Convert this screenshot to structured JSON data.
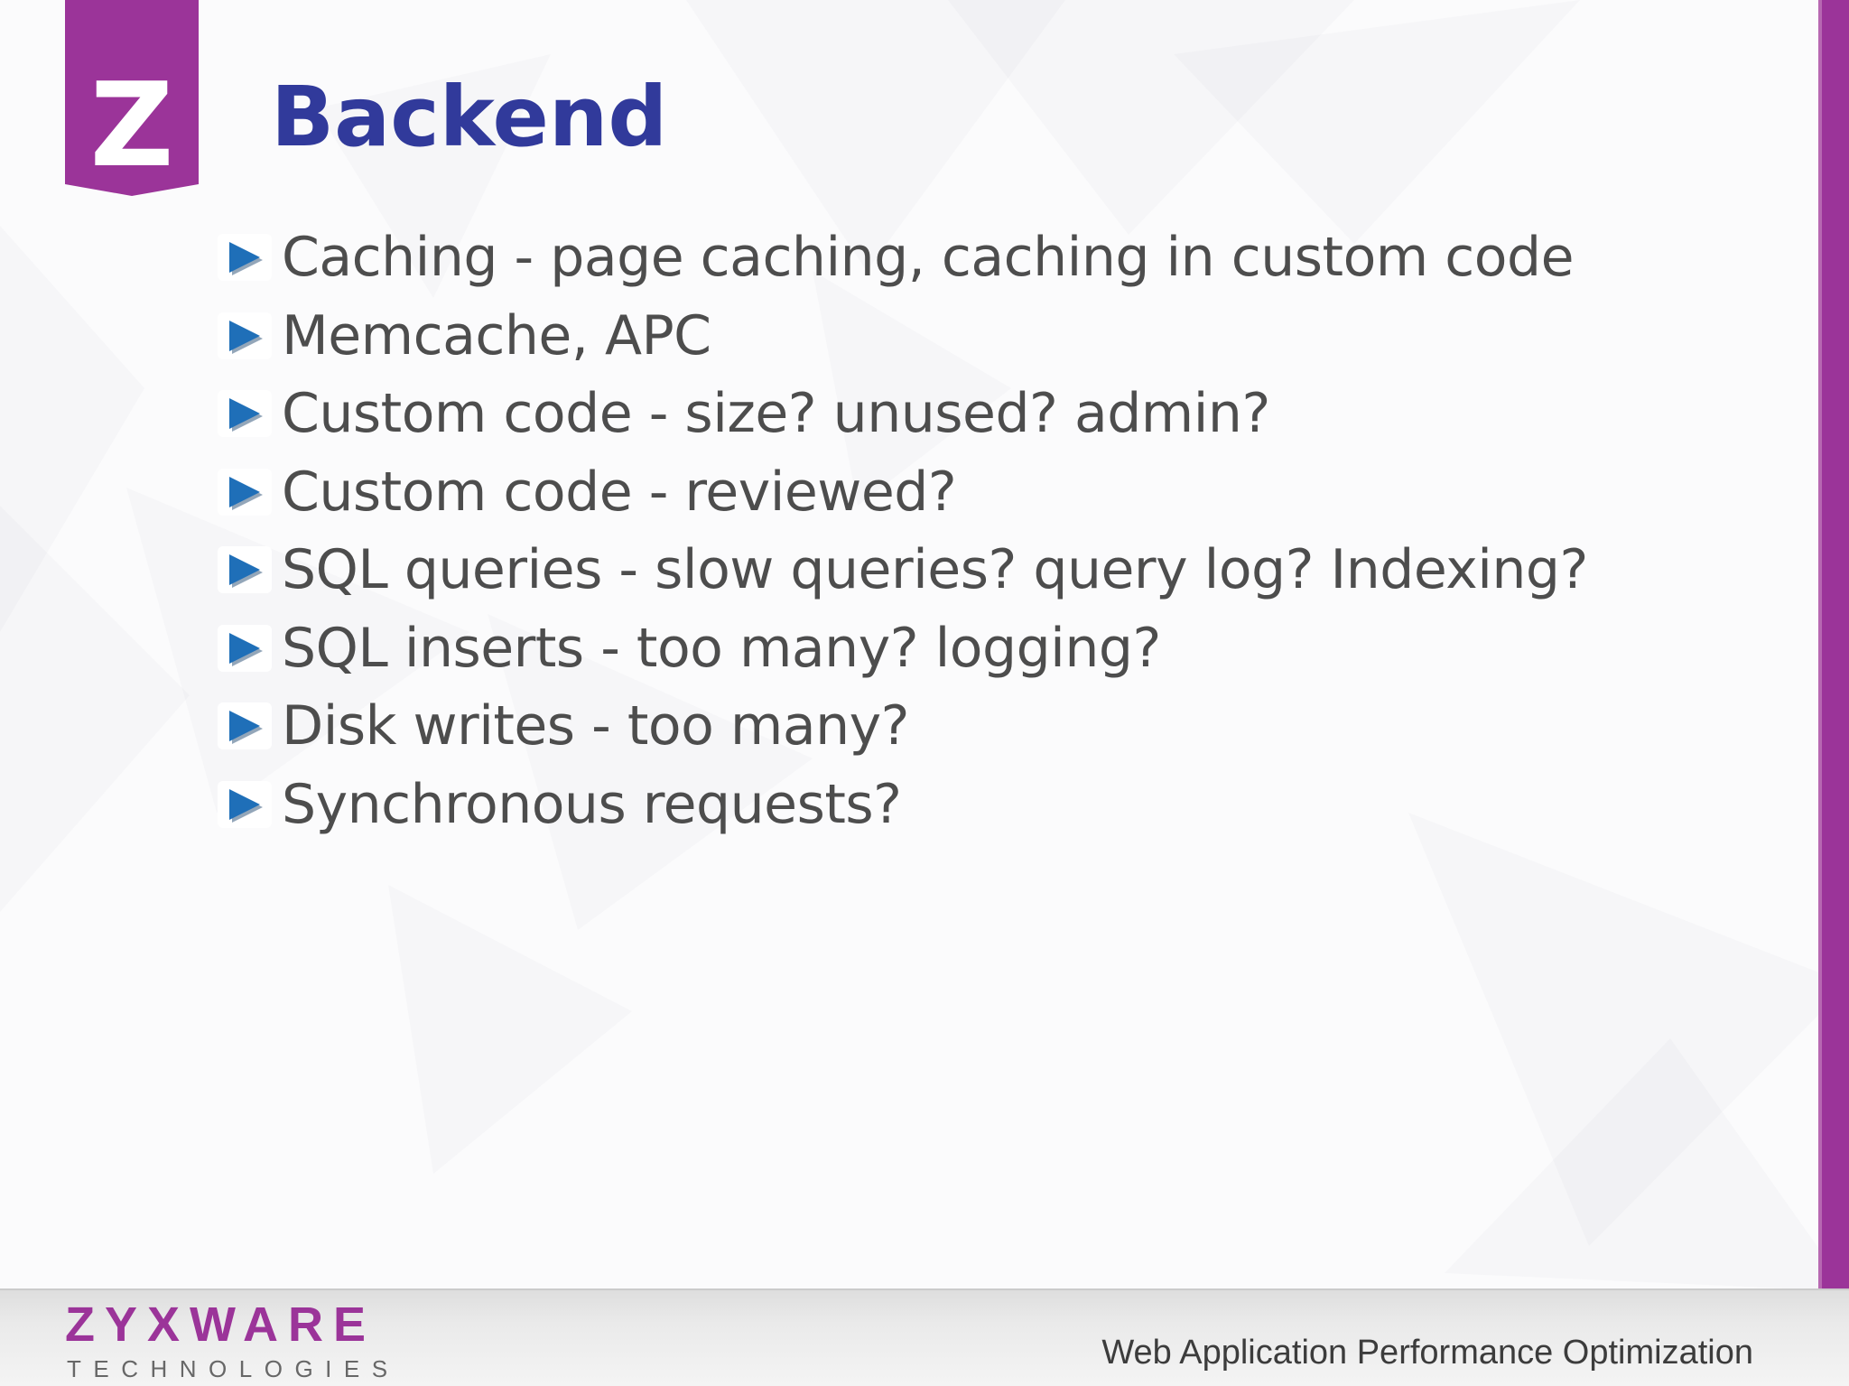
{
  "slide": {
    "title": "Backend",
    "logo_letter": "Z",
    "bullets": [
      "Caching - page caching, caching in custom code",
      "Memcache, APC",
      "Custom code - size? unused? admin?",
      "Custom code - reviewed?",
      "SQL queries - slow queries? query log? Indexing?",
      "SQL inserts - too many? logging?",
      "Disk writes - too many?",
      "Synchronous requests?"
    ],
    "footer": {
      "brand_name": "ZYXWARE",
      "brand_sub": "TECHNOLOGIES",
      "deck_title": "Web Application Performance Optimization"
    },
    "colors": {
      "brand_purple": "#9b3499",
      "title_blue": "#313a9b",
      "bullet_blue": "#1f6fb8",
      "text_gray": "#4d4d4d"
    }
  }
}
